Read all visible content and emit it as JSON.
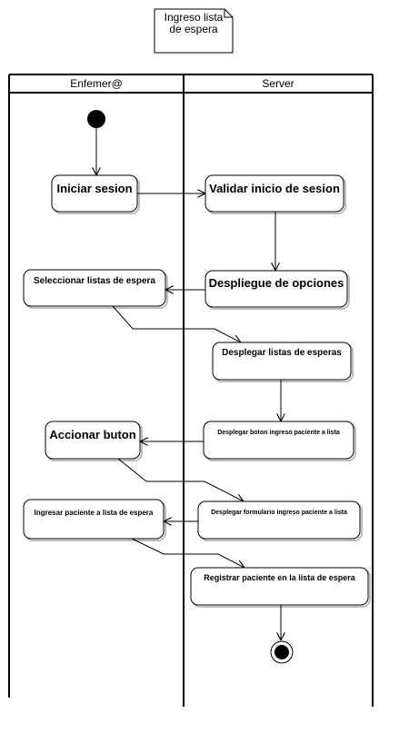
{
  "diagram": {
    "note": {
      "text": "Ingreso lista\nde espera"
    },
    "lanes": [
      {
        "id": "enfermera",
        "label": "Enfemer@"
      },
      {
        "id": "server",
        "label": "Server"
      }
    ],
    "actions": [
      {
        "id": "iniciar-sesion",
        "label": "Iniciar sesion",
        "lane": "Enfemer@"
      },
      {
        "id": "validar-inicio-sesion",
        "label": "Validar inicio de sesion",
        "lane": "Server"
      },
      {
        "id": "despliegue-opciones",
        "label": "Despliegue de opciones",
        "lane": "Server"
      },
      {
        "id": "seleccionar-listas",
        "label": "Seleccionar listas de espera",
        "lane": "Enfemer@"
      },
      {
        "id": "desplegar-listas",
        "label": "Desplegar listas de esperas",
        "lane": "Server"
      },
      {
        "id": "desplegar-boton",
        "label": "Desplegar boton ingreso paciente a lista",
        "lane": "Server"
      },
      {
        "id": "accionar-boton",
        "label": "Accionar buton",
        "lane": "Enfemer@"
      },
      {
        "id": "desplegar-formulario",
        "label": "Desplegar formulario ingreso paciente a lista",
        "lane": "Server"
      },
      {
        "id": "ingresar-paciente",
        "label": "Ingresar paciente a lista de espera",
        "lane": "Enfemer@"
      },
      {
        "id": "registrar-paciente",
        "label": "Registrar paciente en la lista de espera",
        "lane": "Server"
      }
    ],
    "flows": [
      [
        "start",
        "iniciar-sesion"
      ],
      [
        "iniciar-sesion",
        "validar-inicio-sesion"
      ],
      [
        "validar-inicio-sesion",
        "despliegue-opciones"
      ],
      [
        "despliegue-opciones",
        "seleccionar-listas"
      ],
      [
        "seleccionar-listas",
        "desplegar-listas"
      ],
      [
        "desplegar-listas",
        "desplegar-boton"
      ],
      [
        "desplegar-boton",
        "accionar-boton"
      ],
      [
        "accionar-boton",
        "desplegar-formulario"
      ],
      [
        "desplegar-formulario",
        "ingresar-paciente"
      ],
      [
        "ingresar-paciente",
        "registrar-paciente"
      ],
      [
        "registrar-paciente",
        "end"
      ]
    ]
  }
}
